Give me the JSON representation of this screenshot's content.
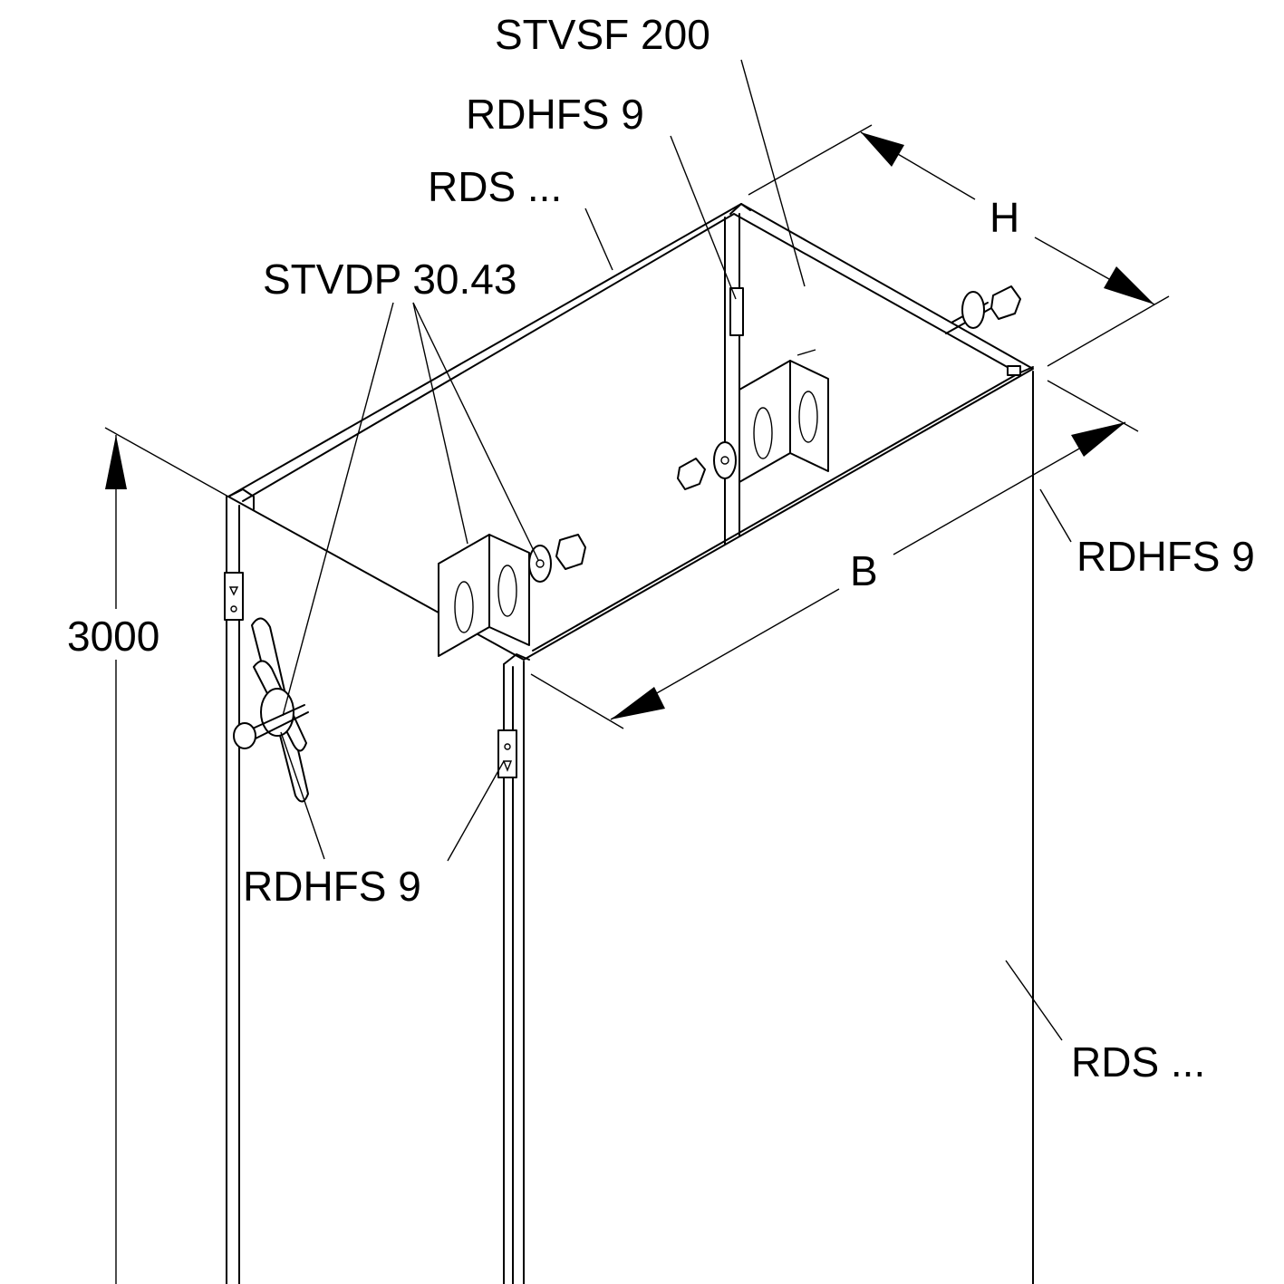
{
  "labels": {
    "stvsf": "STVSF 200",
    "rdhfs_top": "RDHFS 9",
    "rds_top": "RDS ...",
    "stvdp": "STVDP 30.43",
    "h_dim": "H",
    "b_dim": "B",
    "height_dim": "3000",
    "rdhfs_right": "RDHFS 9",
    "rdhfs_left": "RDHFS 9",
    "rds_bottom": "RDS ..."
  },
  "colors": {
    "line": "#000000",
    "background": "#ffffff"
  }
}
